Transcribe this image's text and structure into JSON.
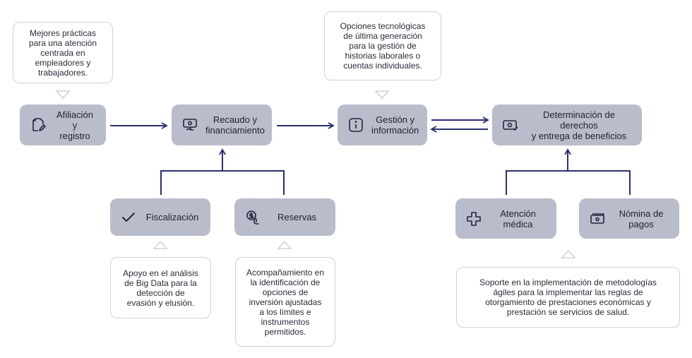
{
  "nodes": {
    "afiliacion": {
      "label": "Afiliación y\nregistro",
      "icon": "document-edit-icon"
    },
    "recaudo": {
      "label": "Recaudo y\nfinanciamiento",
      "icon": "money-hand-icon"
    },
    "gestion": {
      "label": "Gestión y\ninformación",
      "icon": "info-icon"
    },
    "determinacion": {
      "label": "Determinación de derechos\ny entrega de beneficios",
      "icon": "cash-check-icon"
    },
    "fiscalizacion": {
      "label": "Fiscalización",
      "icon": "checkmark-icon"
    },
    "reservas": {
      "label": "Reservas",
      "icon": "coin-hand-icon"
    },
    "atencion": {
      "label": "Atención\nmédica",
      "icon": "medical-cross-icon"
    },
    "nomina": {
      "label": "Nómina de\npagos",
      "icon": "banknote-icon"
    }
  },
  "notes": {
    "afiliacion": "Mejores prácticas\npara una atención\ncentrada en\nempleadores y\ntrabajadores.",
    "gestion": "Opciones tecnológicas\nde última generación\npara la gestión de\nhistorias laborales o\ncuentas individuales.",
    "fiscalizacion": "Apoyo en el análisis\nde Big Data para la\ndetección de\nevasión y elusión.",
    "reservas": "Acompañamiento en\nla identificación de\nopciones de\ninversión ajustadas\na los límites e\ninstrumentos\npermitidos.",
    "determinacion": "Soporte en la implementación de metodologías\nágiles para la implementar las reglas de\notorgamiento de prestaciones económicas y\nprestación se servicios de salud."
  },
  "colors": {
    "node_fill": "#b9bccb",
    "arrow": "#2a2f6e",
    "note_border": "#cfd2dc"
  }
}
